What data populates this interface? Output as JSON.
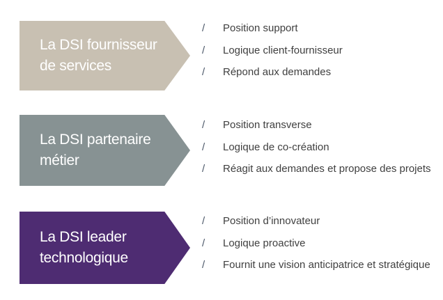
{
  "bullet_glyph": "/",
  "colors": {
    "arrow_fournisseur": "#c8c0b2",
    "arrow_partenaire": "#879293",
    "arrow_leader": "#4e2c72",
    "arrow_title_text": "#ffffff",
    "bullet_slash": "#4c5869",
    "body_text": "#3f3f3f",
    "background": "#ffffff"
  },
  "sections": [
    {
      "title": "La DSI fournisseur\nde services",
      "color": "#c8c0b2",
      "items": [
        "Position support",
        "Logique client-fournisseur",
        "Répond aux demandes"
      ]
    },
    {
      "title": "La DSI partenaire\nmétier",
      "color": "#879293",
      "items": [
        "Position transverse",
        "Logique de co-création",
        "Réagit aux demandes et propose des projets"
      ]
    },
    {
      "title": "La DSI leader\ntechnologique",
      "color": "#4e2c72",
      "items": [
        "Position d’innovateur",
        "Logique proactive",
        "Fournit une vision anticipatrice et stratégique"
      ]
    }
  ]
}
